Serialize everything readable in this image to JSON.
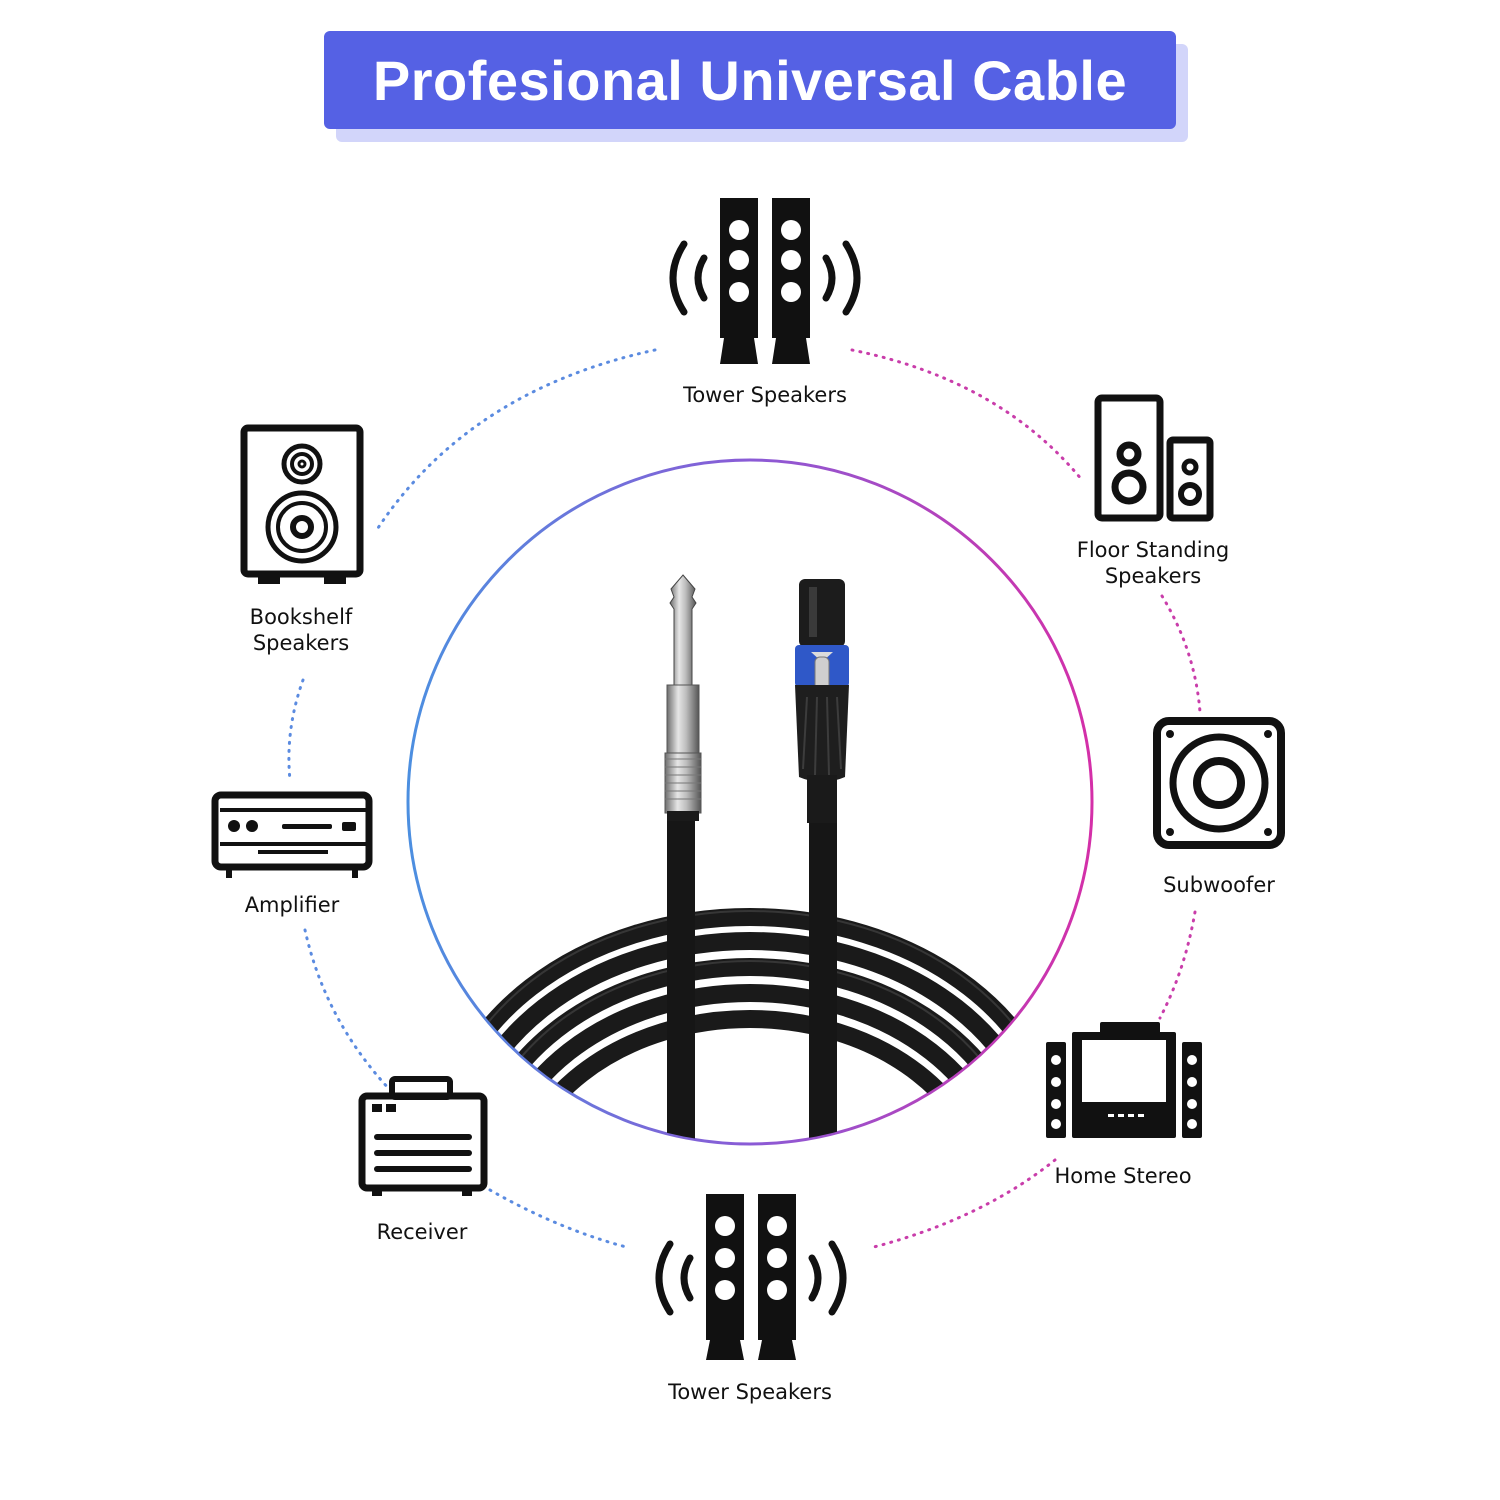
{
  "banner": {
    "title": "Profesional Universal Cable",
    "color": "#5561E4",
    "shadow_color": "#D2D5FA"
  },
  "ring": {
    "gradient_colors": [
      "#4C8FE0",
      "#8A5BD6",
      "#D42FA8"
    ],
    "dot_color_blue": "#5B8BE0",
    "dot_color_pink": "#C93DAA"
  },
  "cable": {
    "connector_left": "quarter-inch-plug-icon",
    "connector_right": "speakon-connector-icon",
    "accent_color": "#2F58C8"
  },
  "devices": [
    {
      "id": "tower-top",
      "icon": "tower-speakers-icon",
      "label": "Tower Speakers"
    },
    {
      "id": "floor",
      "icon": "floor-standing-speakers-icon",
      "label": "Floor Standing\nSpeakers"
    },
    {
      "id": "subwoofer",
      "icon": "subwoofer-icon",
      "label": "Subwoofer"
    },
    {
      "id": "home-stereo",
      "icon": "home-stereo-icon",
      "label": "Home Stereo"
    },
    {
      "id": "tower-bottom",
      "icon": "tower-speakers-icon",
      "label": "Tower Speakers"
    },
    {
      "id": "receiver",
      "icon": "receiver-icon",
      "label": "Receiver"
    },
    {
      "id": "amplifier",
      "icon": "amplifier-icon",
      "label": "Amplifier"
    },
    {
      "id": "bookshelf",
      "icon": "bookshelf-speakers-icon",
      "label": "Bookshelf\nSpeakers"
    }
  ]
}
